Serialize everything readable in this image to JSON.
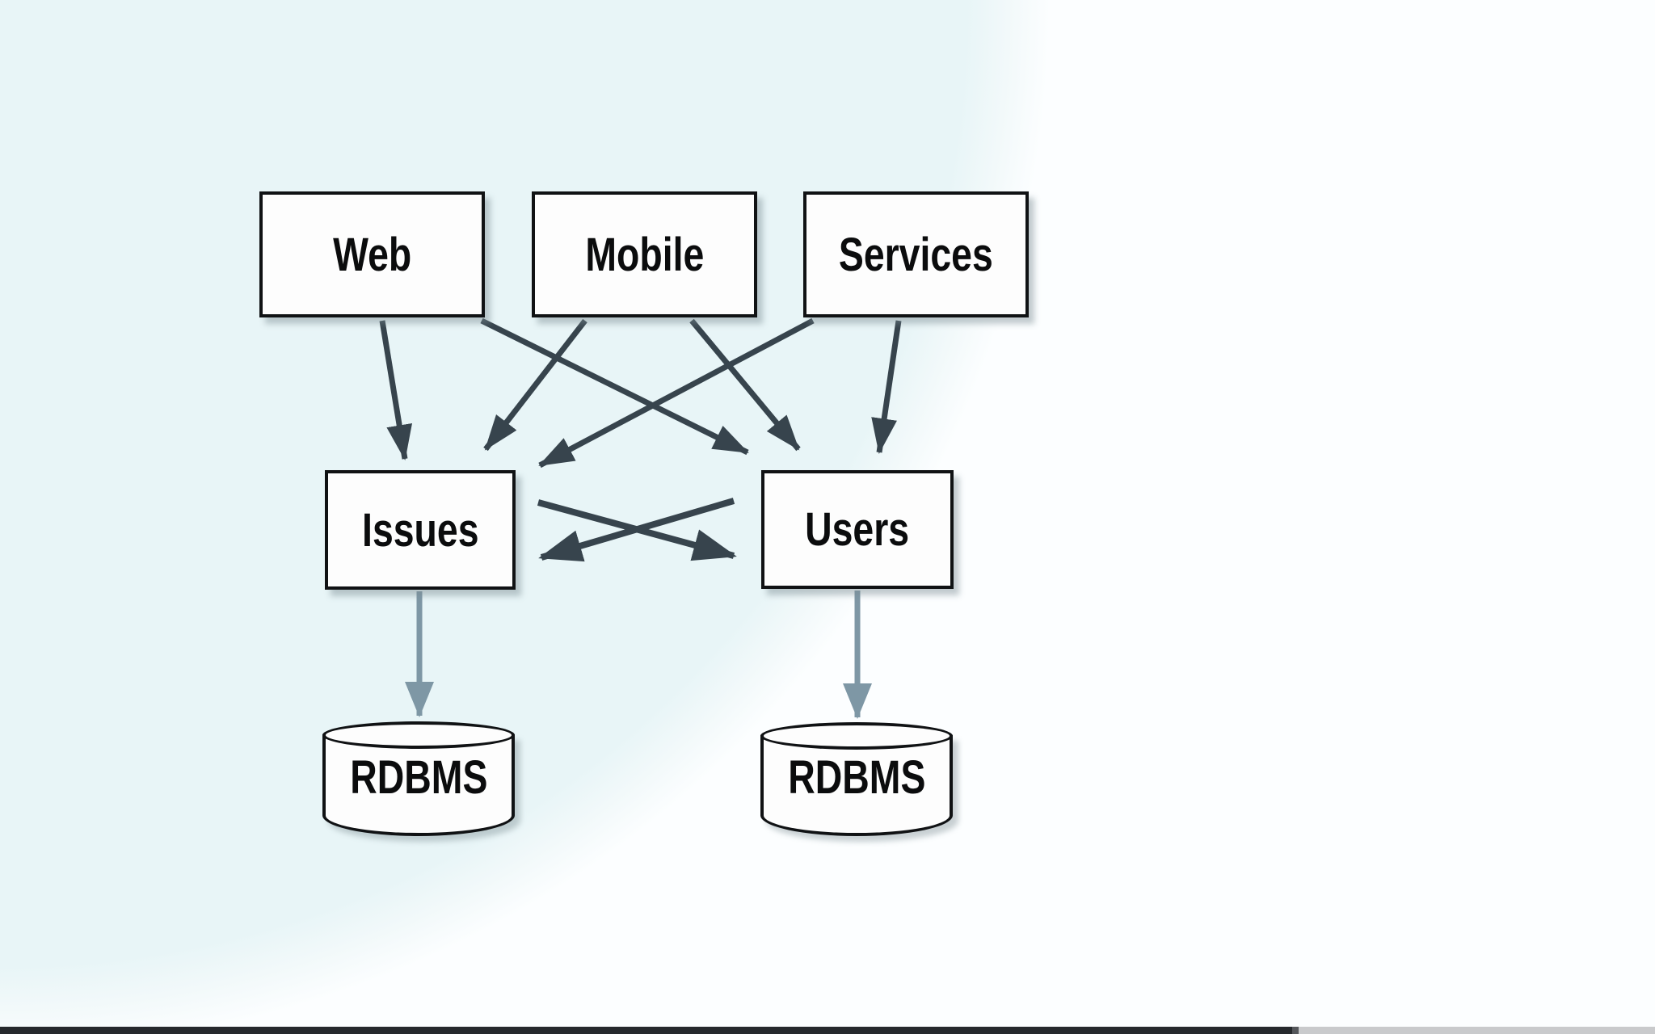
{
  "diagram": {
    "nodes": {
      "web": {
        "label": "Web",
        "shape": "box"
      },
      "mobile": {
        "label": "Mobile",
        "shape": "box"
      },
      "services": {
        "label": "Services",
        "shape": "box"
      },
      "issues": {
        "label": "Issues",
        "shape": "box"
      },
      "users": {
        "label": "Users",
        "shape": "box"
      },
      "rdbms_issues": {
        "label": "RDBMS",
        "shape": "cylinder"
      },
      "rdbms_users": {
        "label": "RDBMS",
        "shape": "cylinder"
      }
    },
    "edges": [
      {
        "from": "Web",
        "to": "Issues",
        "style": "dark"
      },
      {
        "from": "Web",
        "to": "Users",
        "style": "dark"
      },
      {
        "from": "Mobile",
        "to": "Issues",
        "style": "dark"
      },
      {
        "from": "Mobile",
        "to": "Users",
        "style": "dark"
      },
      {
        "from": "Services",
        "to": "Issues",
        "style": "dark"
      },
      {
        "from": "Services",
        "to": "Users",
        "style": "dark"
      },
      {
        "from": "Issues",
        "to": "Users",
        "style": "dark"
      },
      {
        "from": "Users",
        "to": "Issues",
        "style": "dark"
      },
      {
        "from": "Issues",
        "to": "RDBMS (left)",
        "style": "light"
      },
      {
        "from": "Users",
        "to": "RDBMS (right)",
        "style": "light"
      }
    ],
    "colors": {
      "background_tint": "#e8f5f7",
      "background_edge": "#fdfeff",
      "node_fill": "#fdfdfd",
      "node_border": "#101214",
      "arrow_dark": "#37444d",
      "arrow_light": "#7e97a5"
    }
  },
  "player": {
    "progress_percent": 78,
    "progress_played_color": "#26292d",
    "progress_track_color": "#c9cacc"
  }
}
